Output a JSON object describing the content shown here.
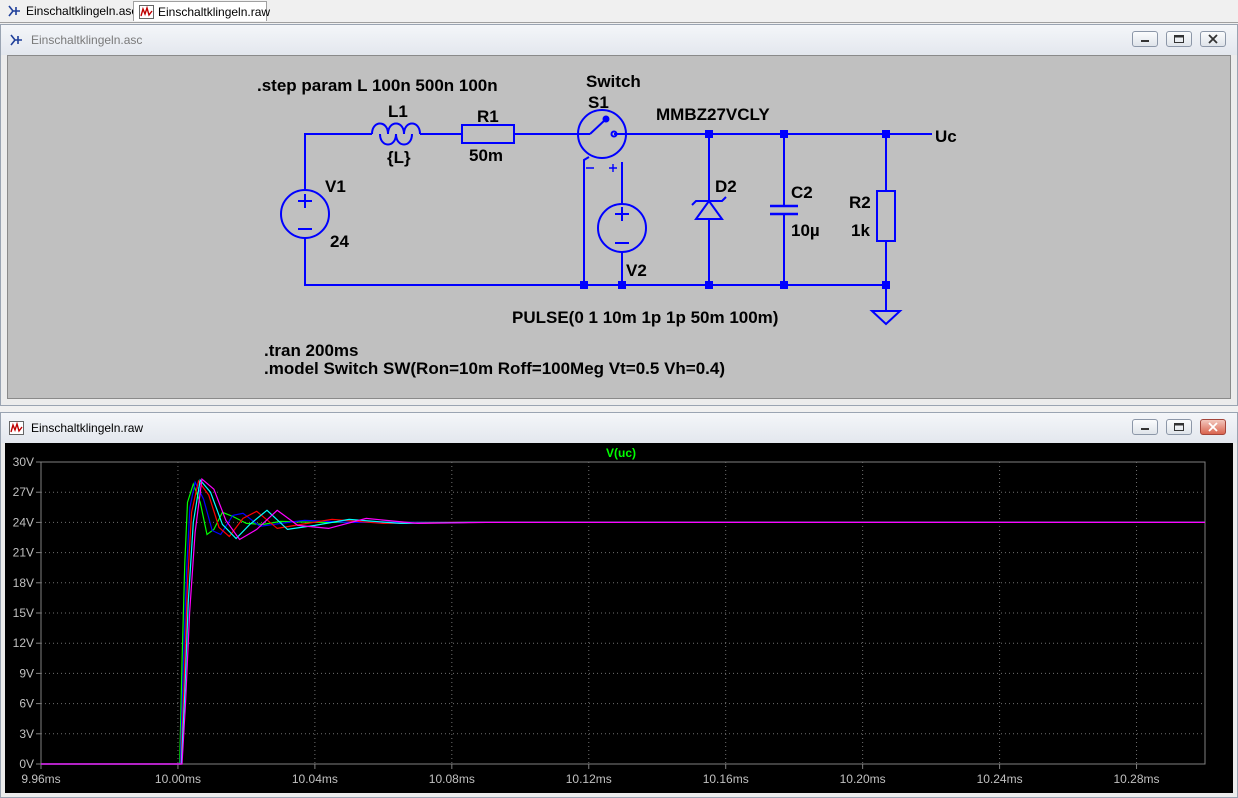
{
  "tabs": [
    {
      "label": "Einschaltklingeln.asc",
      "icon": "schematic-icon"
    },
    {
      "label": "Einschaltklingeln.raw",
      "icon": "waveform-icon"
    }
  ],
  "schematic_window": {
    "title": "Einschaltklingeln.asc",
    "directives": {
      "step": ".step param L 100n 500n 100n",
      "tran": ".tran 200ms",
      "model": ".model Switch SW(Ron=10m Roff=100Meg Vt=0.5 Vh=0.4)"
    },
    "components": {
      "v1": {
        "name": "V1",
        "value": "24"
      },
      "l1": {
        "name": "L1",
        "value": "{L}"
      },
      "r1": {
        "name": "R1",
        "value": "50m"
      },
      "s1": {
        "model": "Switch",
        "name": "S1"
      },
      "v2": {
        "name": "V2",
        "value": "PULSE(0 1 10m 1p 1p 50m 100m)"
      },
      "d2": {
        "model": "MMBZ27VCLY",
        "name": "D2"
      },
      "c2": {
        "name": "C2",
        "value": "10µ"
      },
      "r2": {
        "name": "R2",
        "value": "1k"
      }
    },
    "net_label": "Uc"
  },
  "waveform_window": {
    "title": "Einschaltklingeln.raw"
  },
  "chart_data": {
    "type": "line",
    "title": "V(uc)",
    "title_color": "#00ff00",
    "xlim": [
      9.96,
      10.3
    ],
    "ylim": [
      0,
      30
    ],
    "x_tick_labels": [
      "9.96ms",
      "10.00ms",
      "10.04ms",
      "10.08ms",
      "10.12ms",
      "10.16ms",
      "10.20ms",
      "10.24ms",
      "10.28ms"
    ],
    "y_tick_labels": [
      "30V",
      "27V",
      "24V",
      "21V",
      "18V",
      "15V",
      "12V",
      "9V",
      "6V",
      "3V",
      "0V"
    ],
    "grid": true,
    "grid_style": "dotted",
    "series": [
      {
        "color": "#00ff00",
        "x": [
          9.96,
          10.0005,
          10.0012,
          10.002,
          10.0028,
          10.0045,
          10.0065,
          10.0085,
          10.0105,
          10.013,
          10.016,
          10.02,
          10.025,
          10.03,
          10.04,
          10.05,
          10.3
        ],
        "values": [
          0,
          0,
          10,
          20,
          26,
          27.8,
          26.0,
          22.8,
          23.3,
          25.0,
          24.6,
          23.9,
          23.8,
          24.1,
          24.0,
          24.0,
          24.0
        ]
      },
      {
        "color": "#0000ff",
        "x": [
          9.96,
          10.0007,
          10.0015,
          10.0025,
          10.0035,
          10.005,
          10.0075,
          10.01,
          10.0125,
          10.016,
          10.019,
          10.024,
          10.03,
          10.037,
          10.05,
          10.065,
          10.3
        ],
        "values": [
          0,
          0,
          9,
          19,
          25.5,
          28.0,
          26.3,
          23.2,
          22.8,
          24.7,
          24.9,
          23.6,
          23.9,
          24.2,
          24.0,
          24.0,
          24.0
        ]
      },
      {
        "color": "#ff0000",
        "x": [
          9.96,
          10.0009,
          10.0018,
          10.0028,
          10.004,
          10.006,
          10.009,
          10.012,
          10.015,
          10.019,
          10.023,
          10.029,
          10.036,
          10.045,
          10.06,
          10.08,
          10.3
        ],
        "values": [
          0,
          0,
          8,
          18,
          25,
          28.1,
          26.7,
          23.5,
          22.6,
          24.4,
          25.1,
          23.4,
          23.8,
          24.3,
          23.9,
          24.0,
          24.0
        ]
      },
      {
        "color": "#00ffff",
        "x": [
          9.96,
          10.001,
          10.002,
          10.003,
          10.0045,
          10.0065,
          10.0095,
          10.013,
          10.017,
          10.021,
          10.026,
          10.032,
          10.04,
          10.05,
          10.065,
          10.085,
          10.3
        ],
        "values": [
          0,
          0,
          7,
          16,
          24,
          28.2,
          27.0,
          23.8,
          22.4,
          23.8,
          25.2,
          23.3,
          23.7,
          24.3,
          23.9,
          24.0,
          24.0
        ]
      },
      {
        "color": "#ff00ff",
        "x": [
          9.96,
          10.0012,
          10.0022,
          10.0034,
          10.005,
          10.007,
          10.0105,
          10.014,
          10.018,
          10.023,
          10.029,
          10.035,
          10.044,
          10.055,
          10.07,
          10.09,
          10.3
        ],
        "values": [
          0,
          0,
          6,
          15,
          23,
          28.3,
          27.3,
          24.2,
          22.3,
          23.3,
          25.2,
          23.7,
          23.4,
          24.4,
          23.9,
          24.0,
          24.0
        ]
      }
    ]
  }
}
